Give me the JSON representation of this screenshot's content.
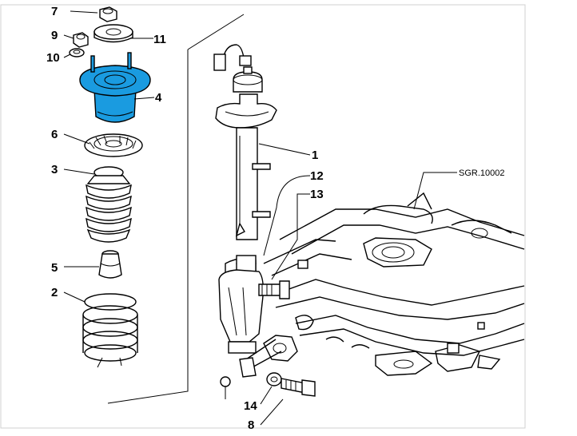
{
  "diagram": {
    "reference": "SGR.10002",
    "highlight_color": "#1a9be0",
    "callouts": [
      {
        "id": "c7",
        "label": "7"
      },
      {
        "id": "c9",
        "label": "9"
      },
      {
        "id": "c10",
        "label": "10"
      },
      {
        "id": "c11",
        "label": "11"
      },
      {
        "id": "c4",
        "label": "4"
      },
      {
        "id": "c6",
        "label": "6"
      },
      {
        "id": "c3",
        "label": "3"
      },
      {
        "id": "c5",
        "label": "5"
      },
      {
        "id": "c2",
        "label": "2"
      },
      {
        "id": "c1",
        "label": "1"
      },
      {
        "id": "c12",
        "label": "12"
      },
      {
        "id": "c13",
        "label": "13"
      },
      {
        "id": "c14",
        "label": "14"
      },
      {
        "id": "c8",
        "label": "8"
      }
    ]
  }
}
